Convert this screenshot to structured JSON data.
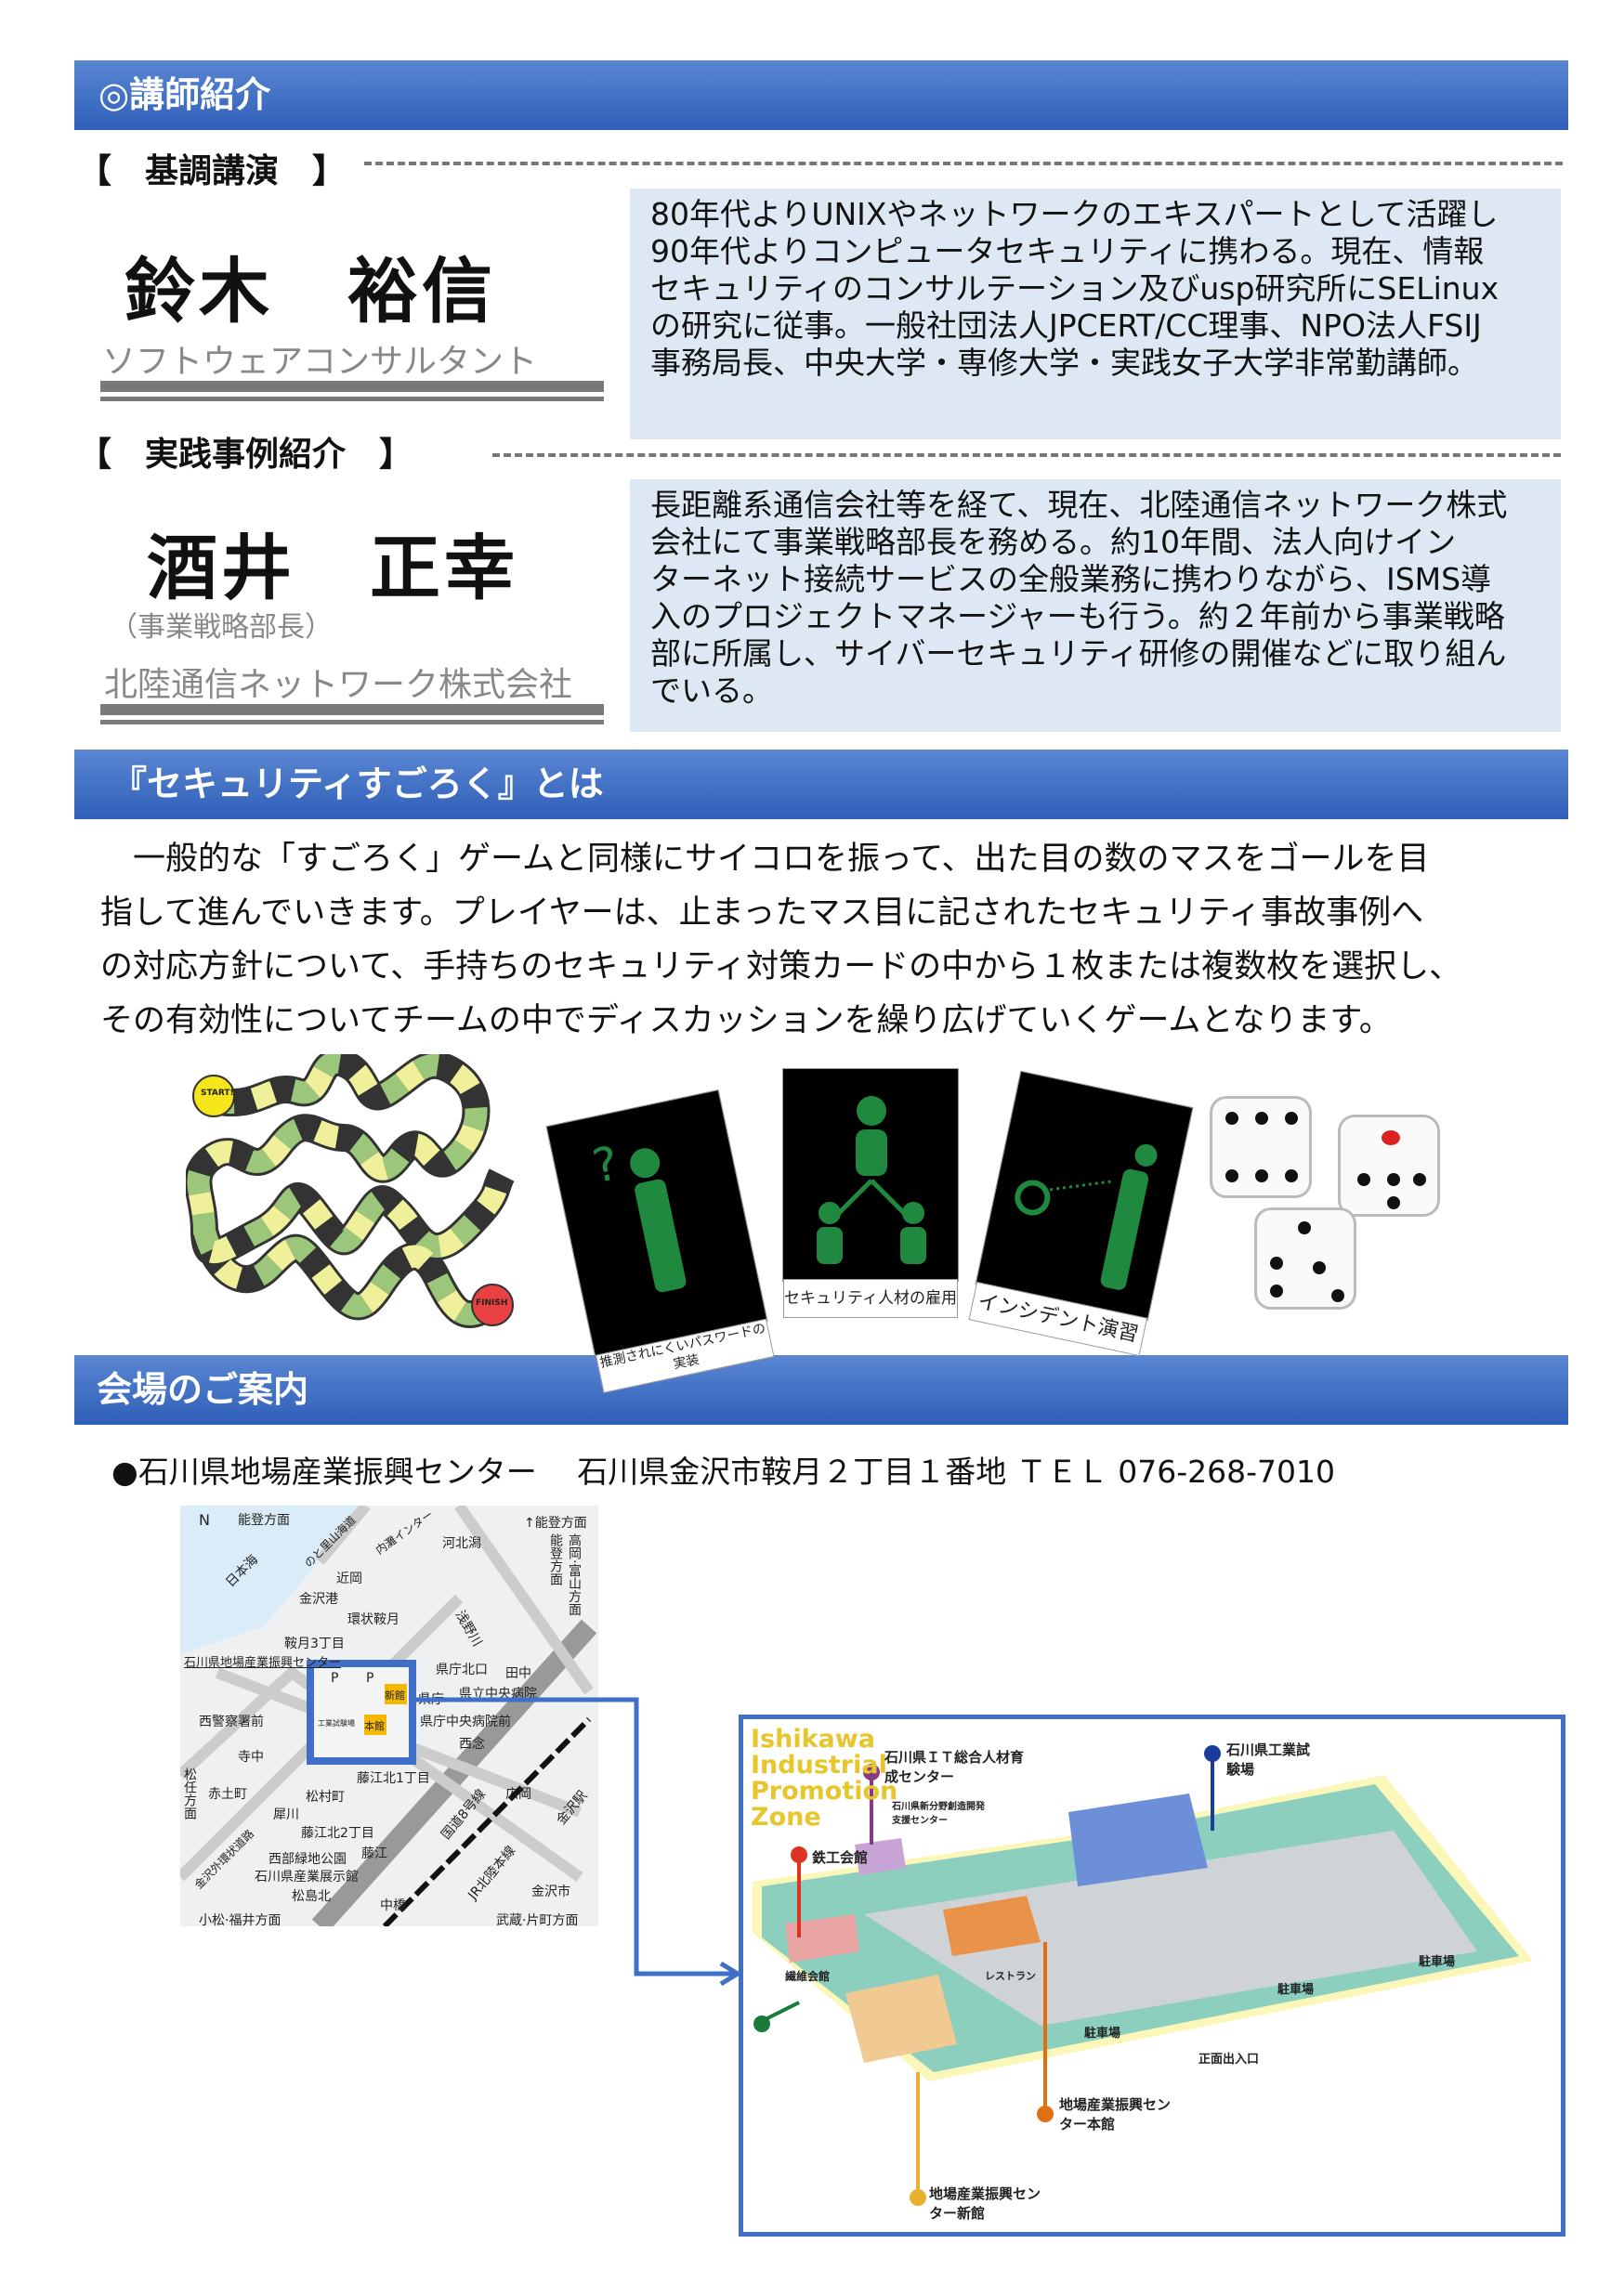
{
  "sections": {
    "instructors": "◎講師紹介",
    "sugoroku": "『セキュリティすごろく』とは",
    "venue": "会場のご案内"
  },
  "keynote": {
    "heading": "【　基調講演　】",
    "name": "鈴木　裕信",
    "title": "ソフトウェアコンサルタント",
    "bio": [
      "80年代よりUNIXやネットワークのエキスパートとして活躍し",
      "90年代よりコンピュータセキュリティに携わる。現在、情報",
      "セキュリティのコンサルテーション及びusp研究所にSELinux",
      "の研究に従事。一般社団法人JPCERT/CC理事、NPO法人FSIJ",
      "事務局長、中央大学・専修大学・実践女子大学非常勤講師。"
    ]
  },
  "case": {
    "heading": "【　実践事例紹介　】",
    "name": "酒井　正幸",
    "role": "（事業戦略部長）",
    "company": "北陸通信ネットワーク株式会社",
    "bio": [
      "長距離系通信会社等を経て、現在、北陸通信ネットワーク株式",
      "会社にて事業戦略部長を務める。約10年間、法人向けイン",
      "ターネット接続サービスの全般業務に携わりながら、ISMS導",
      "入のプロジェクトマネージャーも行う。約２年前から事業戦略",
      "部に所属し、サイバーセキュリティ研修の開催などに取り組ん",
      "でいる。"
    ]
  },
  "description": [
    "　一般的な「すごろく」ゲームと同様にサイコロを振って、出た目の数のマスをゴールを目",
    "指して進んでいきます。プレイヤーは、止まったマス目に記されたセキュリティ事故事例へ",
    "の対応方針について、手持ちのセキュリティ対策カードの中から１枚または複数枚を選択し、",
    "その有効性についてチームの中でディスカッションを繰り広げていくゲームとなります。"
  ],
  "board": {
    "start": "START!",
    "finish": "FINISH"
  },
  "cards": [
    "推測されにくいパスワードの実装",
    "セキュリティ人材の雇用",
    "インシデント演習"
  ],
  "address": "●石川県地場産業振興センター　 石川県金沢市鞍月２丁目１番地 ＴＥＬ 076-268-7010",
  "map": {
    "labels": [
      "N",
      "能登方面",
      "のと里山海道",
      "内灘インター",
      "河北潟",
      "日本海",
      "近岡",
      "金沢港",
      "環状鞍月",
      "浅野川",
      "鞍月3丁目",
      "石川県地場産業振興センター",
      "県庁北口",
      "田中",
      "県立中央病院",
      "県庁",
      "西警察署前",
      "県庁中央病院前",
      "西念",
      "寺中",
      "藤江北1丁目",
      "松村町",
      "赤土町",
      "国道8号線",
      "広岡",
      "松任方面",
      "犀川",
      "藤江北2丁目",
      "金沢外環状道路",
      "藤江",
      "西部緑地公園",
      "石川県産業展示館",
      "松島北",
      "中橋",
      "金沢市",
      "小松·福井方面",
      "武蔵·片町方面",
      "JR北陸本線",
      "金沢駅",
      "↑能登方面",
      "高岡·富山方面",
      "能登方面",
      "P",
      "P",
      "新館",
      "本館",
      "工業試験場"
    ]
  },
  "campus": {
    "title": [
      "Ishikawa",
      "Industrial",
      "Promotion",
      "Zone"
    ],
    "A": "地場産業振興センター本館",
    "B": "地場産業振興センター新館",
    "C": "繊維会館",
    "D": "鉄工会館",
    "E": "石川県ＩＴ総合人材育成センター",
    "F": "石川県工業試験場",
    "other": [
      "石川県新分野創造開発支援センター",
      "レストラン",
      "駐車場",
      "駐車場",
      "駐車場",
      "正面出入口"
    ]
  },
  "colors": {
    "bar": "#3a69c2",
    "bio_bg": "#dde8f4",
    "card_icon": "#1f8a3f"
  }
}
